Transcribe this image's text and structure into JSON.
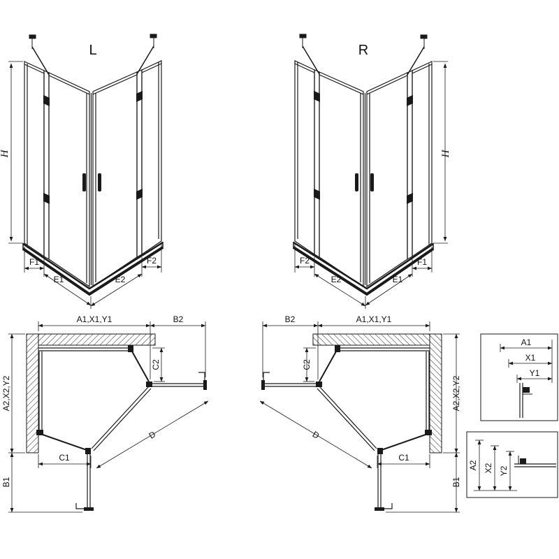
{
  "ink": "#1a1a1a",
  "front_left": {
    "title": "L",
    "height": "H",
    "widths": [
      "F1",
      "E1",
      "E2",
      "F2"
    ]
  },
  "front_right": {
    "title": "R",
    "height": "H",
    "widths": [
      "F2",
      "E2",
      "E1",
      "F1"
    ]
  },
  "plan_left": {
    "top_width": "A1,X1,Y1",
    "side_return": "B2",
    "depth": "A2,X2,Y2",
    "bottom_return": "B1",
    "door_side": "C1",
    "door_top": "C2",
    "diagonal": "D"
  },
  "plan_right": {
    "top_width": "A1,X1,Y1",
    "side_return": "B2",
    "depth": "A2,X2,Y2",
    "bottom_return": "B1",
    "door_side": "C1",
    "door_top": "C2",
    "diagonal": "D"
  },
  "detail_top": {
    "dims": [
      "A1",
      "X1",
      "Y1"
    ]
  },
  "detail_bottom": {
    "dims": [
      "A2",
      "X2",
      "Y2"
    ]
  }
}
